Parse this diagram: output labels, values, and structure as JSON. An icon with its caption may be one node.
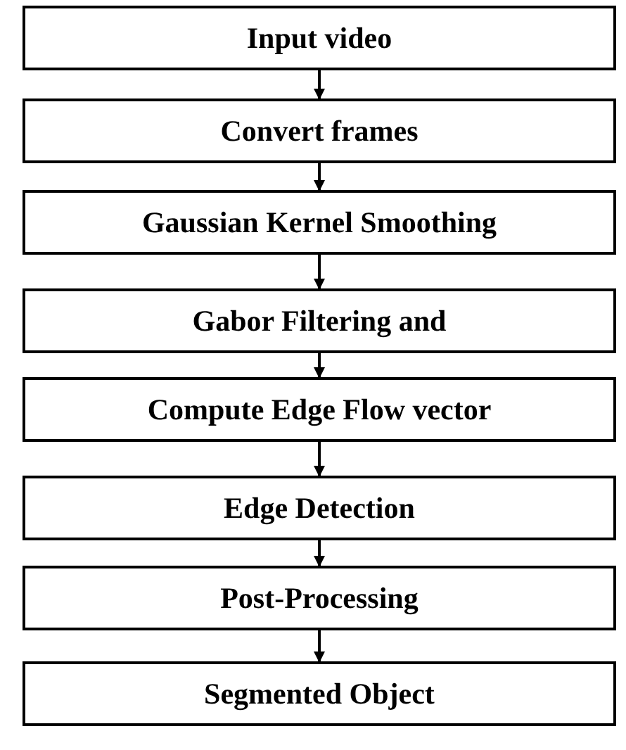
{
  "diagram": {
    "nodes": [
      {
        "text": [
          "Input video"
        ]
      },
      {
        "text": [
          "Convert frames"
        ]
      },
      {
        "text": [
          "Gaussian Kernel Smoothing"
        ]
      },
      {
        "text": [
          "Gabor Filtering and"
        ]
      },
      {
        "text": [
          "Compute Edge Flow vector"
        ]
      },
      {
        "text": [
          "Edge Detection"
        ]
      },
      {
        "text": [
          "Post-Processing"
        ]
      },
      {
        "text": [
          "Segmented Object"
        ]
      }
    ],
    "edges": [
      {
        "from": 0,
        "to": 1,
        "arrow": "to"
      },
      {
        "from": 1,
        "to": 2,
        "arrow": "to"
      },
      {
        "from": 2,
        "to": 3,
        "arrow": "to"
      },
      {
        "from": 3,
        "to": 4,
        "arrow": "to"
      },
      {
        "from": 4,
        "to": 5,
        "arrow": "to"
      },
      {
        "from": 5,
        "to": 6,
        "arrow": "to"
      },
      {
        "from": 6,
        "to": 7,
        "arrow": "to"
      }
    ]
  }
}
